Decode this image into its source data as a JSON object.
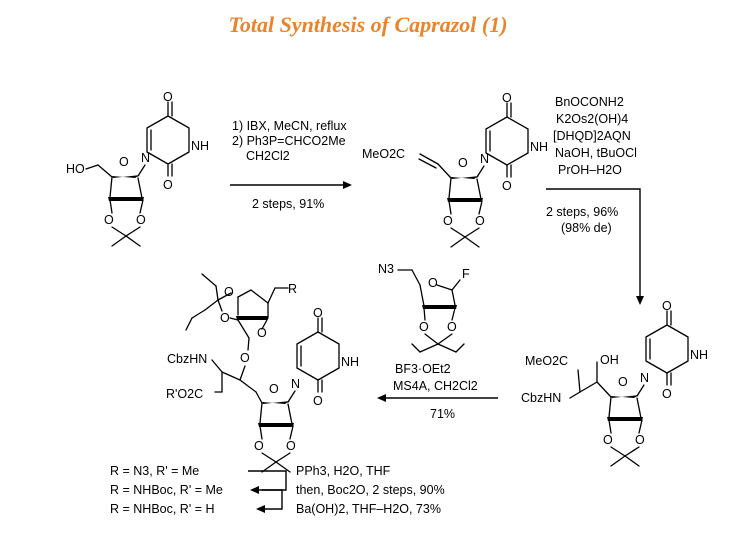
{
  "title": "Total Synthesis of Caprazol (1)",
  "atoms": {
    "O": "O",
    "NH": "NH",
    "N": "N",
    "OH": "OH",
    "HO": "HO",
    "F": "F",
    "R": "R",
    "N3": "N3",
    "MeO2C": "MeO2C",
    "CbzHN": "CbzHN",
    "R_prime_O2C": "R'O2C"
  },
  "step1": {
    "line1": "1) IBX, MeCN, reflux",
    "line2": "2) Ph3P=CHCO2Me",
    "line3": "CH2Cl2",
    "yield": "2 steps, 91%"
  },
  "step2": {
    "line1": "BnOCONH2",
    "line2": "K2Os2(OH)4",
    "line3": "[DHQD]2AQN",
    "line4": "NaOH, tBuOCl",
    "line5": "PrOH–H2O",
    "yield1": "2 steps, 96%",
    "yield2": "(98% de)"
  },
  "step3": {
    "reagent1": "BF3·OEt2",
    "reagent2": "MS4A, CH2Cl2",
    "yield": "71%"
  },
  "products": {
    "p1": "R = N3, R' = Me",
    "p2": "R = NHBoc, R' = Me",
    "p3": "R = NHBoc, R' = H"
  },
  "step4": {
    "line1": "PPh3, H2O, THF",
    "line2": "then, Boc2O, 2 steps, 90%",
    "line3": "Ba(OH)2, THF–H2O, 73%"
  }
}
